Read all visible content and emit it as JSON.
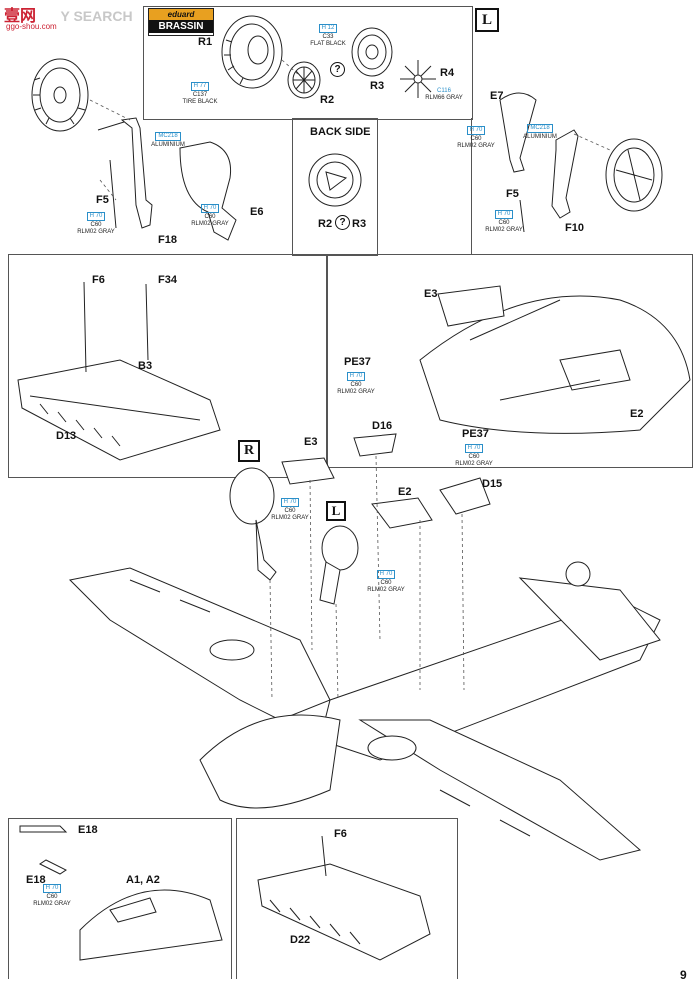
{
  "watermark": {
    "brand_top": "壹网",
    "search": "Y SEARCH",
    "url": "ggo-shou.com"
  },
  "logo": {
    "eduard": "eduard",
    "brassin": "BRASSIN"
  },
  "markers": {
    "L_top": "L",
    "R_mid": "R",
    "L_mid": "L"
  },
  "back_side": {
    "title": "BACK SIDE",
    "r2": "R2",
    "r3": "R3",
    "q": "?"
  },
  "parts": {
    "R1": "R1",
    "R2": "R2",
    "R3": "R3",
    "R4": "R4",
    "E7": "E7",
    "F5_left": "F5",
    "F5_right": "F5",
    "F18": "F18",
    "F10": "F10",
    "E6": "E6",
    "F6_top": "F6",
    "F34": "F34",
    "B3": "B3",
    "D13": "D13",
    "E3_right": "E3",
    "PE37_a": "PE37",
    "PE37_b": "PE37",
    "E2_right": "E2",
    "E3_mid": "E3",
    "D16": "D16",
    "E2_mid": "E2",
    "D15": "D15",
    "E18_a": "E18",
    "E18_b": "E18",
    "A1A2": "A1, A2",
    "F6_bottom": "F6",
    "D22": "D22"
  },
  "paints": {
    "tire": {
      "code": "H 77",
      "c": "C137",
      "name": "TIRE BLACK"
    },
    "flat_black": {
      "code": "H 12",
      "c": "C33",
      "name": "FLAT BLACK"
    },
    "rlm66": {
      "code": "",
      "c": "C116",
      "name": "RLM66 GRAY"
    },
    "aluminium_left": {
      "code": "MC218",
      "name": "ALUMINIUM"
    },
    "aluminium_right": {
      "code": "MC218",
      "name": "ALUMINIUM"
    },
    "gray_f5_left": {
      "code": "H 70",
      "c": "C60",
      "name": "RLM02 GRAY"
    },
    "gray_e6": {
      "code": "H 70",
      "c": "C60",
      "name": "RLM02 GRAY"
    },
    "gray_e7": {
      "code": "H 70",
      "c": "C60",
      "name": "RLM02 GRAY"
    },
    "gray_f5_right": {
      "code": "H 70",
      "c": "C60",
      "name": "RLM02 GRAY"
    },
    "gray_pe37a": {
      "code": "H 70",
      "c": "C60",
      "name": "RLM02 GRAY"
    },
    "gray_pe37b": {
      "code": "H 70",
      "c": "C60",
      "name": "RLM02 GRAY"
    },
    "gray_e3_mid": {
      "code": "H 70",
      "c": "C60",
      "name": "RLM02 GRAY"
    },
    "gray_e2_mid": {
      "code": "H 70",
      "c": "C60",
      "name": "RLM02 GRAY"
    },
    "gray_e18": {
      "code": "H 70",
      "c": "C60",
      "name": "RLM02 GRAY"
    }
  },
  "page_number": "9",
  "colors": {
    "line": "#222222",
    "accent": "#2a8fc9",
    "logo_orange": "#e8a020"
  }
}
